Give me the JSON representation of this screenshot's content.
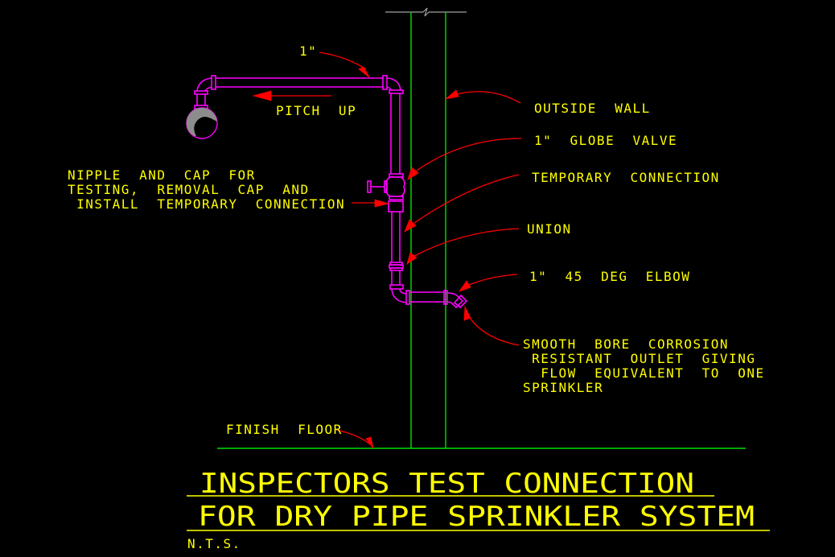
{
  "drawing": {
    "title_line_1": "INSPECTORS TEST CONNECTION",
    "title_line_2": "FOR DRY PIPE SPRINKLER SYSTEM",
    "scale_note": "N.T.S.",
    "colors": {
      "background": "#000000",
      "text": "#ffff00",
      "pipe": "#ff00ff",
      "wall_and_floor": "#00e000",
      "leader": "#ff0000",
      "break_line": "#a0a0a0",
      "sprinkler_fill": "#8c8c8c"
    },
    "labels": {
      "pipe_size": "1\"",
      "pitch": "PITCH  UP",
      "outside_wall": "OUTSIDE  WALL",
      "globe_valve": "1\"  GLOBE  VALVE",
      "temporary_connection": "TEMPORARY  CONNECTION",
      "union": "UNION",
      "elbow": "1\"  45  DEG  ELBOW",
      "nipple_cap": [
        "NIPPLE  AND  CAP  FOR",
        "TESTING,  REMOVAL  CAP  AND",
        " INSTALL  TEMPORARY  CONNECTION"
      ],
      "outlet": [
        "SMOOTH  BORE  CORROSION",
        " RESISTANT  OUTLET  GIVING",
        "  FLOW  EQUIVALENT  TO  ONE",
        "SPRINKLER"
      ],
      "finish_floor": "FINISH  FLOOR"
    },
    "icons": {
      "sprinkler_head": "sprinkler-head-icon",
      "globe_valve": "globe-valve-icon",
      "break_symbol": "break-line-icon",
      "outlet_fitting": "outlet-fitting-icon"
    }
  }
}
